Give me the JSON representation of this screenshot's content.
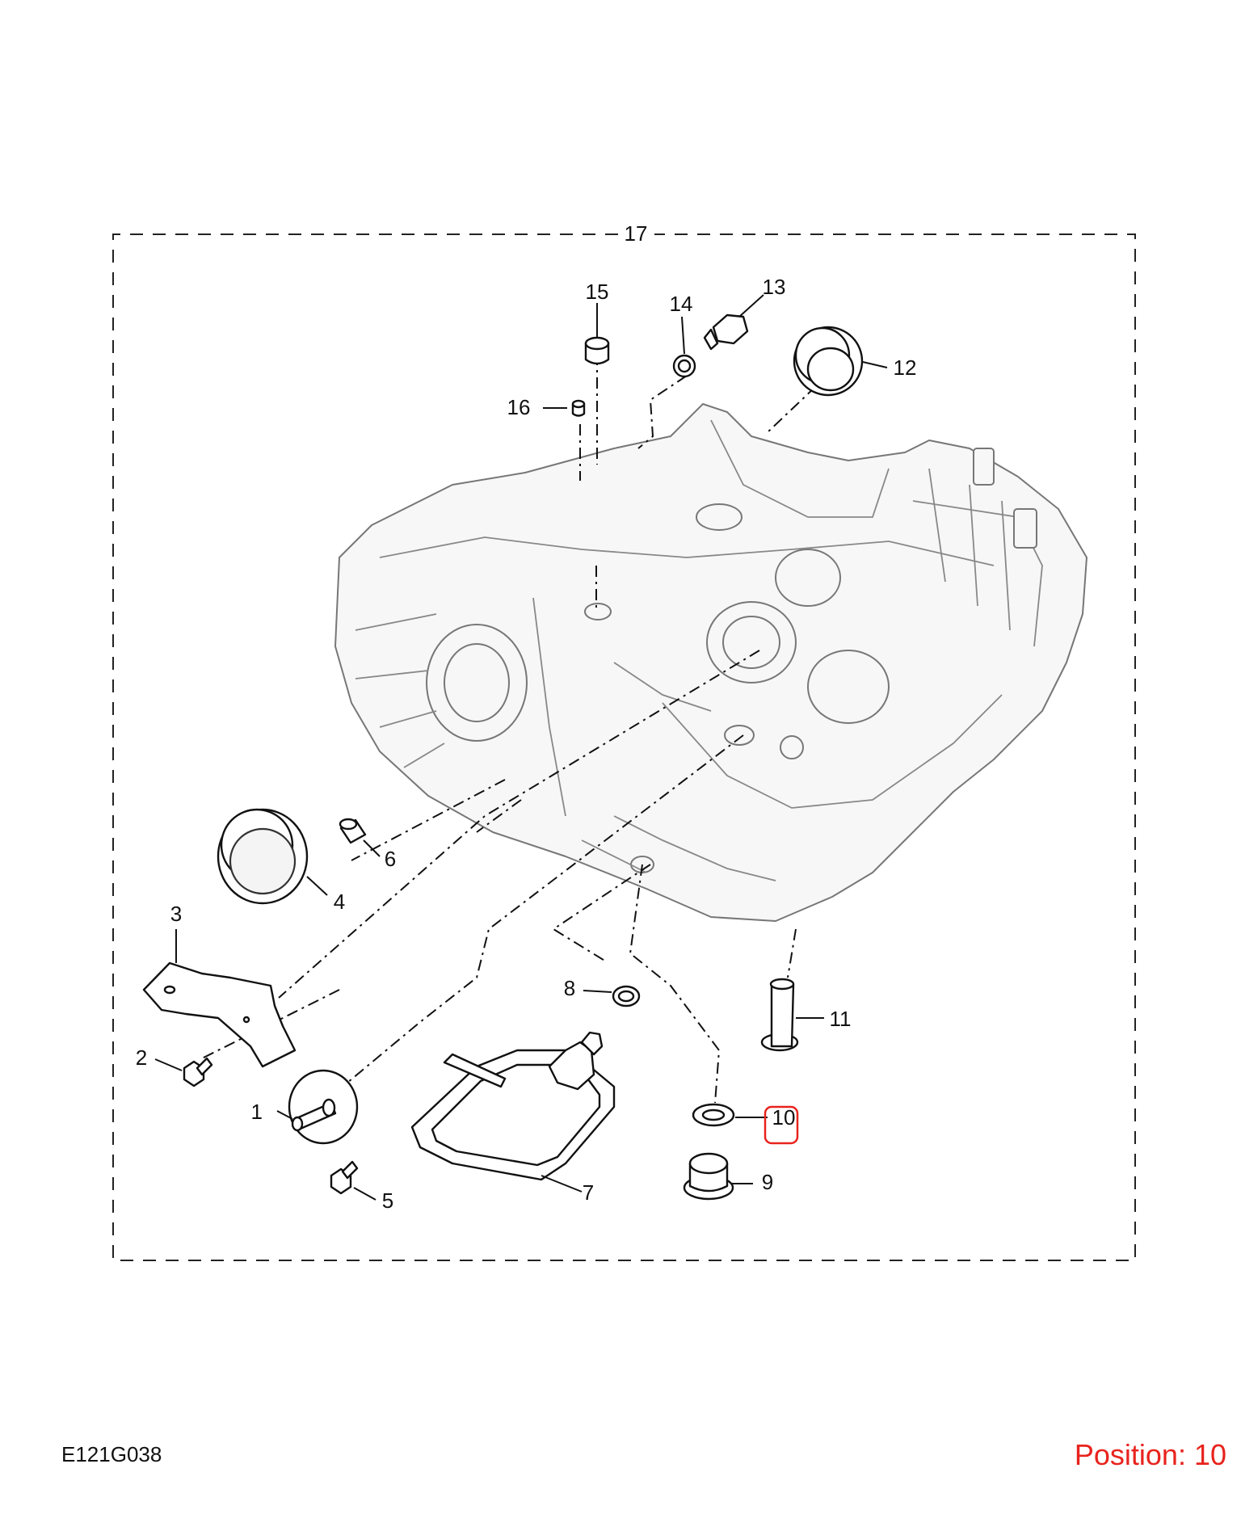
{
  "figure_code": "E121G038",
  "position_label": "Position: 10",
  "selected_position": "10",
  "highlight_color": "#e8231d",
  "assembly_label": "17",
  "callouts": [
    "1",
    "2",
    "3",
    "4",
    "5",
    "6",
    "7",
    "8",
    "9",
    "10",
    "11",
    "12",
    "13",
    "14",
    "15",
    "16"
  ]
}
